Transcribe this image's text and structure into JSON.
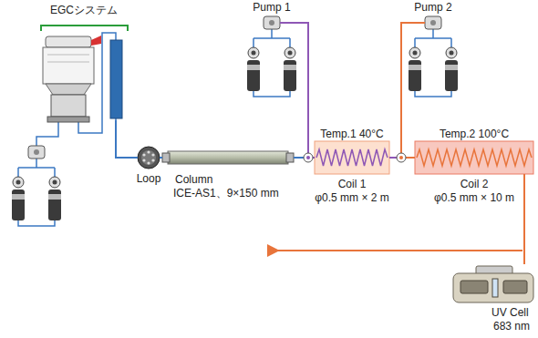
{
  "diagram": {
    "nodes": [
      {
        "text": [
          "EGCシステム"
        ]
      },
      {
        "text": [
          "Loop"
        ]
      },
      {
        "text": [
          "Column",
          "ICE-AS1、9×150 mm"
        ]
      },
      {
        "text": [
          "Pump 1"
        ]
      },
      {
        "text": [
          "Temp.1 40°C",
          "Coil 1",
          "φ0.5 mm × 2 m"
        ]
      },
      {
        "text": [
          "Pump 2"
        ]
      },
      {
        "text": [
          "Temp.2 100°C",
          "Coil 2",
          "φ0.5 mm × 10 m"
        ]
      },
      {
        "text": [
          "UV Cell",
          "683 nm"
        ]
      }
    ],
    "edges": [
      {
        "from": 0,
        "to": 1,
        "arrow": "none"
      },
      {
        "from": 1,
        "to": 2,
        "arrow": "none"
      },
      {
        "from": 2,
        "to": 4,
        "arrow": "none"
      },
      {
        "from": 3,
        "to": 4,
        "arrow": "none"
      },
      {
        "from": 4,
        "to": 6,
        "arrow": "none"
      },
      {
        "from": 5,
        "to": 6,
        "arrow": "none"
      },
      {
        "from": 6,
        "to": 7,
        "arrow": "none"
      }
    ]
  }
}
